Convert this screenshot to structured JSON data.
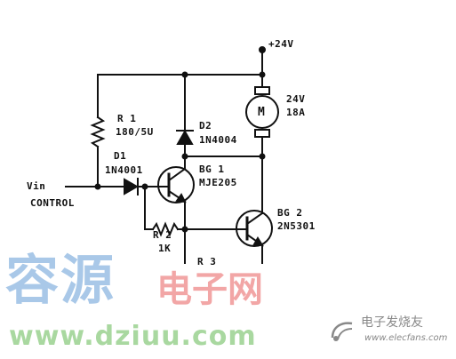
{
  "labels": {
    "supply": "+24V",
    "r1_ref": "R 1",
    "r1_value": "180/5U",
    "d2_ref": "D2",
    "d2_part": "1N4004",
    "motor_symbol": "M",
    "motor_voltage": "24V",
    "motor_current": "18A",
    "d1_ref": "D1",
    "d1_part": "1N4001",
    "vin": "Vin",
    "control": "CONTROL",
    "bg1_ref": "BG 1",
    "bg1_part": "MJE205",
    "bg2_ref": "BG 2",
    "bg2_part": "2N5301",
    "r2_ref": "R 2",
    "r2_value": "1K",
    "r3_ref": "R 3"
  },
  "watermark": {
    "brand_cn": "容源",
    "sub_cn": "电子网",
    "url": "www.dziuu.com",
    "logo_cn": "电子发烧友",
    "logo_url": "www.elecfans.com"
  },
  "colors": {
    "ink": "#111111",
    "watermark_blue": "#a9c8e8",
    "watermark_red": "#f2a6a6",
    "watermark_green": "#a9d8a0",
    "logo_gray": "#888888"
  }
}
